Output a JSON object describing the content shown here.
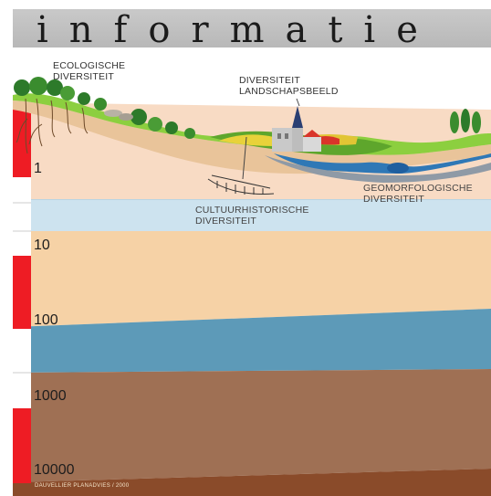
{
  "header": {
    "title": "informatie"
  },
  "labels": {
    "ecological": [
      "ECOLOGISCHE",
      "DIVERSITEIT"
    ],
    "landscape": [
      "DIVERSITEIT",
      "LANDSCHAPSBEELD"
    ],
    "geomorph": [
      "GEOMORFOLOGISCHE",
      "DIVERSITEIT"
    ],
    "cultural": [
      "CULTUURHISTORISCHE",
      "DIVERSITEIT"
    ]
  },
  "scale": [
    "1",
    "10",
    "100",
    "1000",
    "10000"
  ],
  "footer": {
    "credit": "DAUVELLIER  PLANADVIES  /  2000"
  },
  "colors": {
    "title_band": "#c0c0c0",
    "layer_sand": "#f8dbc4",
    "layer_light_blue": "#cde3ef",
    "layer_peach": "#f6d2a6",
    "layer_blue": "#5d9ab8",
    "layer_brown": "#9f7054",
    "layer_dark_brown": "#8a4b2a",
    "scale_bar_red": "#ee1c24",
    "grass": "#8ccf3f",
    "water": "#2f78b6"
  }
}
